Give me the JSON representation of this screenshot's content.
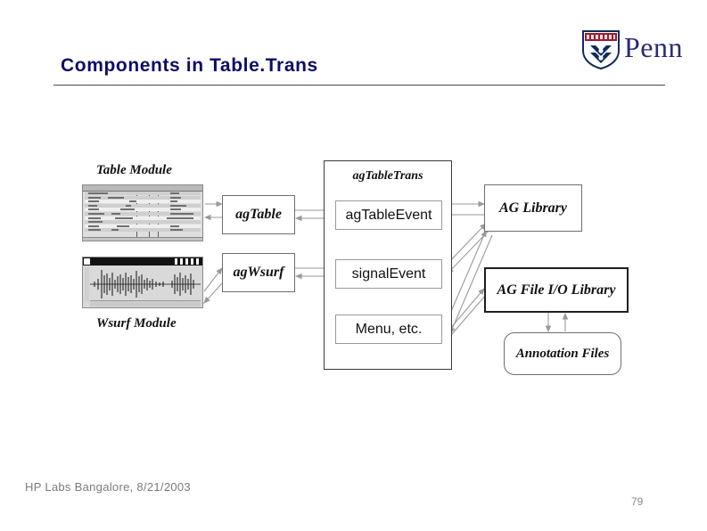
{
  "slide": {
    "title": "Components in Table.Trans",
    "footer": "HP Labs Bangalore, 8/21/2003",
    "page_number": "79",
    "title_color": "#0d0d66",
    "footer_color": "#7b7b7b"
  },
  "logo": {
    "name": "penn-logo",
    "wordmark": "Penn",
    "shield_banner_color": "#9b1b30",
    "shield_field_color": "#ffffff",
    "shield_chevron_color": "#0f2b5b",
    "wordmark_color": "#2b2b7a"
  },
  "diagram": {
    "type": "block-diagram",
    "captions": [
      {
        "id": "table-module-caption",
        "label": "Table Module"
      },
      {
        "id": "wsurf-module-caption",
        "label": "Wsurf Module"
      }
    ],
    "screenshots": [
      {
        "id": "table-module-screenshot",
        "alt": "table widget screenshot"
      },
      {
        "id": "wsurf-module-screenshot",
        "alt": "waveform viewer screenshot"
      }
    ],
    "nodes": [
      {
        "id": "agtable",
        "label": "agTable",
        "style": "serif-italic"
      },
      {
        "id": "agwsurf",
        "label": "agWsurf",
        "style": "serif-italic"
      },
      {
        "id": "agtabletrans",
        "label": "agTableTrans",
        "style": "serif-italic"
      },
      {
        "id": "agtableevent",
        "label": "agTableEvent",
        "style": "sans"
      },
      {
        "id": "signalevent",
        "label": "signalEvent",
        "style": "sans"
      },
      {
        "id": "menu-etc",
        "label": "Menu, etc.",
        "style": "sans"
      },
      {
        "id": "ag-library",
        "label": "AG Library",
        "style": "serif-italic"
      },
      {
        "id": "ag-file-io-library",
        "label": "AG File I/O Library",
        "style": "serif-italic"
      },
      {
        "id": "annotation-files",
        "label": "Annotation Files",
        "style": "serif-italic"
      }
    ],
    "edges": [
      {
        "from": "table-module-screenshot",
        "to": "agtable",
        "direction": "both"
      },
      {
        "from": "wsurf-module-screenshot",
        "to": "agwsurf",
        "direction": "both"
      },
      {
        "from": "agtable",
        "to": "agtableevent",
        "direction": "both"
      },
      {
        "from": "agwsurf",
        "to": "signalevent",
        "direction": "both"
      },
      {
        "from": "agtableevent",
        "to": "ag-library",
        "direction": "both"
      },
      {
        "from": "signalevent",
        "to": "ag-library",
        "direction": "both"
      },
      {
        "from": "menu-etc",
        "to": "ag-library",
        "direction": "both"
      },
      {
        "from": "menu-etc",
        "to": "ag-file-io-library",
        "direction": "both"
      },
      {
        "from": "ag-file-io-library",
        "to": "annotation-files",
        "direction": "both"
      }
    ],
    "edge_color": "#9a9a9a",
    "box_border_color": "#6f6f6f"
  }
}
